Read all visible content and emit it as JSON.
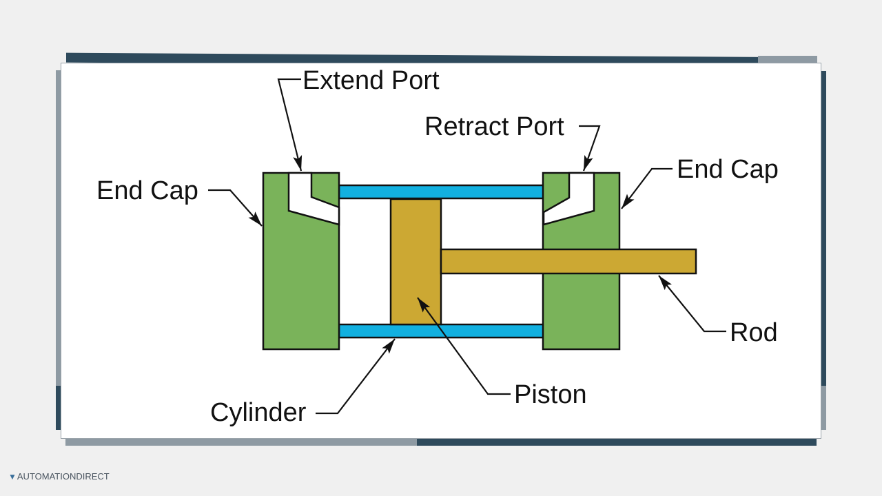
{
  "diagram": {
    "title": "Hydraulic/Pneumatic Cylinder Parts",
    "labels": {
      "extend_port": "Extend Port",
      "retract_port": "Retract Port",
      "end_cap_left": "End Cap",
      "end_cap_right": "End Cap",
      "rod": "Rod",
      "piston": "Piston",
      "cylinder": "Cylinder"
    },
    "colors": {
      "end_cap": "#7ab35a",
      "cylinder_wall": "#12b0e0",
      "piston_rod": "#cca833",
      "outline": "#111111",
      "port": "#ffffff"
    }
  },
  "branding": {
    "logo_text": "AUTOMATIONDIRECT",
    "logo_icon": "triangle-logo-icon"
  }
}
